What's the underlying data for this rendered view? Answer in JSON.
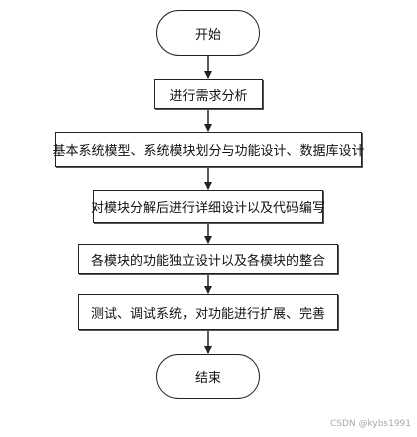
{
  "flowchart": {
    "start_label": "开始",
    "steps": [
      "进行需求分析",
      "基本系统模型、系统模块划分与功能设计、数据库设计",
      "对模块分解后进行详细设计以及代码编写",
      "各模块的功能独立设计以及各模块的整合",
      "测试、调试系统，对功能进行扩展、完善"
    ],
    "end_label": "结束"
  },
  "watermark": "CSDN @kybs1991"
}
